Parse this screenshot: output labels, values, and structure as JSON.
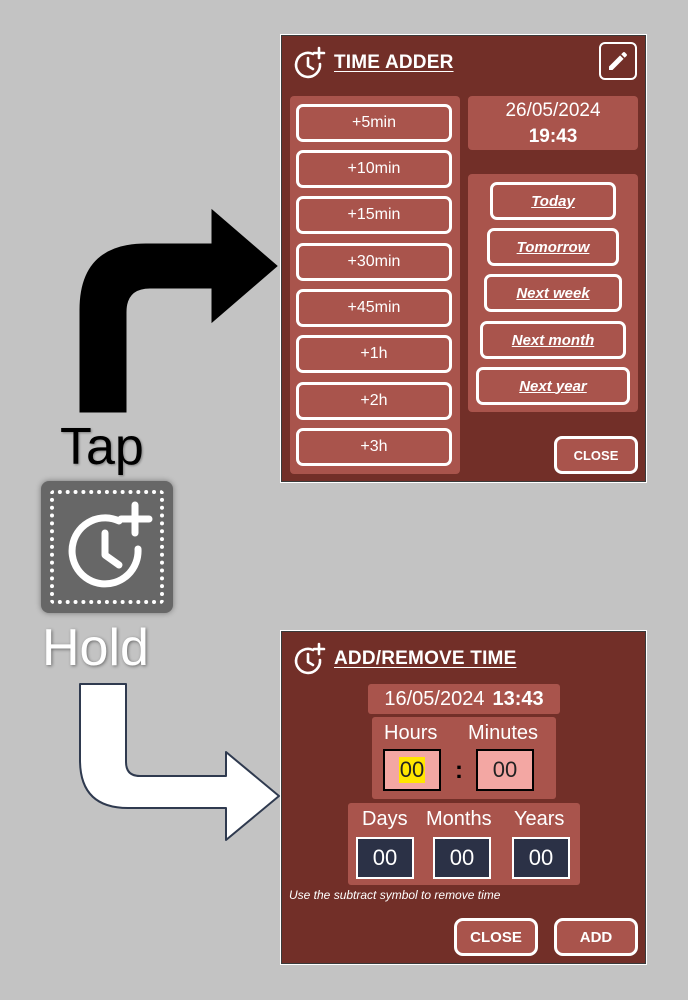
{
  "illustration": {
    "tap_label": "Tap",
    "hold_label": "Hold",
    "app_icon": "clock-plus-icon"
  },
  "time_adder": {
    "title": "TIME ADDER",
    "header_icon": "clock-plus-icon",
    "edit_icon": "pencil-icon",
    "date": "26/05/2024",
    "time": "19:43",
    "increments": [
      "+5min",
      "+10min",
      "+15min",
      "+30min",
      "+45min",
      "+1h",
      "+2h",
      "+3h"
    ],
    "shortcuts": [
      "Today",
      "Tomorrow",
      "Next week",
      "Next month",
      "Next year"
    ],
    "close_label": "CLOSE"
  },
  "add_remove": {
    "title": "ADD/REMOVE TIME",
    "header_icon": "clock-plus-icon",
    "date": "16/05/2024",
    "time": "13:43",
    "hours_label": "Hours",
    "minutes_label": "Minutes",
    "hours_value": "00",
    "minutes_value": "00",
    "separator": ":",
    "days_label": "Days",
    "months_label": "Months",
    "years_label": "Years",
    "days_value": "00",
    "months_value": "00",
    "years_value": "00",
    "hint": "Use the subtract symbol to remove time",
    "close_label": "CLOSE",
    "add_label": "ADD"
  },
  "colors": {
    "panel_bg": "#722f28",
    "box_bg": "#a9544c",
    "page_bg": "#c3c3c3",
    "field_pink": "#f3a7a3",
    "field_navy": "#2b3146",
    "highlight": "#ffe600"
  }
}
